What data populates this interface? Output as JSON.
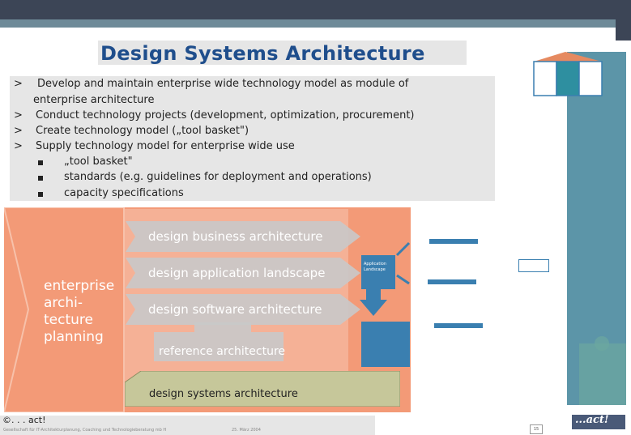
{
  "slide": {
    "title": "Design Systems Architecture",
    "bullets": [
      {
        "marker": ">",
        "line1": "Develop and maintain enterprise wide technology model as module of",
        "line2": "enterprise architecture"
      },
      {
        "marker": ">",
        "text": "Conduct technology projects (development, optimization, procurement)"
      },
      {
        "marker": ">",
        "text": "Create technology model („tool basket\")"
      },
      {
        "marker": ">",
        "text": "Supply technology model for enterprise wide use"
      }
    ],
    "subbullets": [
      "„tool basket\"",
      "standards (e.g. guidelines for deployment and operations)",
      "capacity specifications"
    ]
  },
  "diagram": {
    "enterprise_lines": [
      "enterprise",
      "archi-",
      "tecture",
      "planning"
    ],
    "arrows": [
      "design business architecture",
      "design application landscape",
      "design software architecture"
    ],
    "reference": "reference architecture",
    "systems": "design systems architecture",
    "app_box_lines": [
      "Application",
      "Landscape"
    ],
    "colors": {
      "orange": "#f39a77",
      "light_orange": "#f5b196",
      "gray_arrow": "#c9c9c9",
      "blue": "#3a7fb0",
      "teal": "#5c95a8",
      "olive": "#c6c79a"
    }
  },
  "footer": {
    "copyright": "©. . . act!",
    "company": "Gesellschaft für IT-Architekturplanung, Coaching und Technologieberatung mb H",
    "date": "25. März 2004",
    "page": "15",
    "logo": "...act!"
  }
}
